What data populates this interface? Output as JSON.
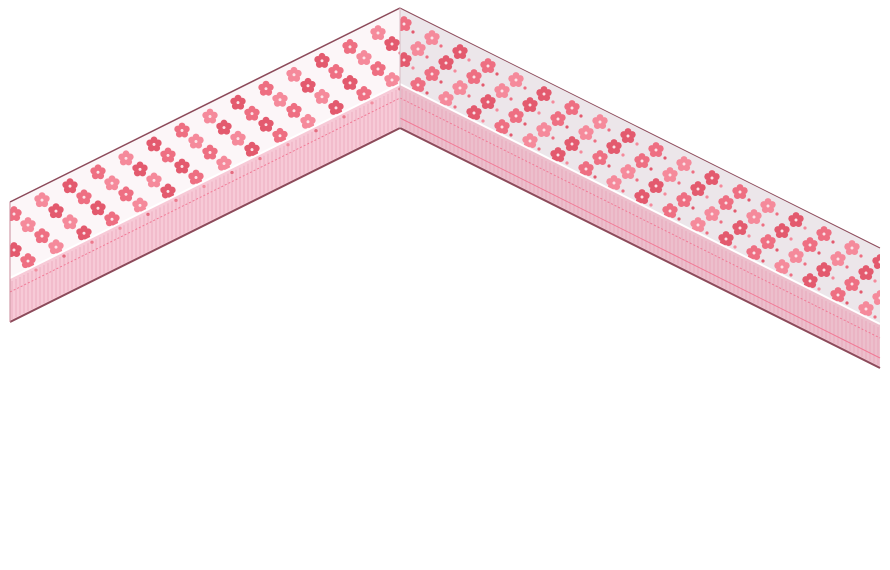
{
  "scene": {
    "background_color": "#ffffff",
    "walls": [
      {
        "name": "left-wall",
        "wallpaper": "pink-blossom-pattern",
        "upper_color": "#fcf6f8",
        "wainscot_color": "#f7cad7",
        "edge_color": "#8c4a5a"
      },
      {
        "name": "right-wall",
        "wallpaper": "pink-blossom-pattern",
        "upper_color": "#ece6ea",
        "wainscot_color": "#ecbfcc",
        "edge_color": "#8c4a5a"
      }
    ],
    "flower_colors": [
      "#ee6f82",
      "#f58a9b",
      "#e35a6e"
    ],
    "stripe_color": "#e79ab0",
    "accent_line_color": "#f17a96"
  }
}
